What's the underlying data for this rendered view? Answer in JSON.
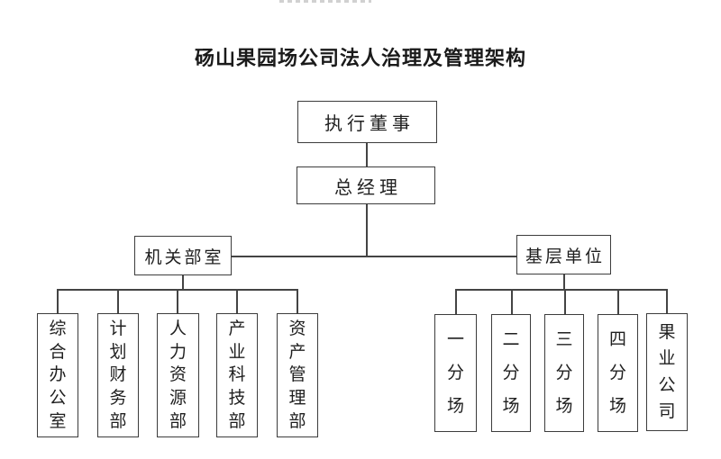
{
  "title": "砀山果园场公司法人治理及管理架构",
  "org_chart": {
    "root": {
      "label": "执行董事"
    },
    "second_level": {
      "label": "总经理"
    },
    "branches": [
      {
        "label": "机关部室",
        "children": [
          "综合办公室",
          "计划财务部",
          "人力资源部",
          "产业科技部",
          "资产管理部"
        ]
      },
      {
        "label": "基层单位",
        "children": [
          "一分场",
          "二分场",
          "三分场",
          "四分场",
          "果业公司"
        ]
      }
    ]
  },
  "colors": {
    "background": "#ffffff",
    "line": "#444444",
    "box_border": "#3c3c3c",
    "text": "#1f1f1f"
  }
}
